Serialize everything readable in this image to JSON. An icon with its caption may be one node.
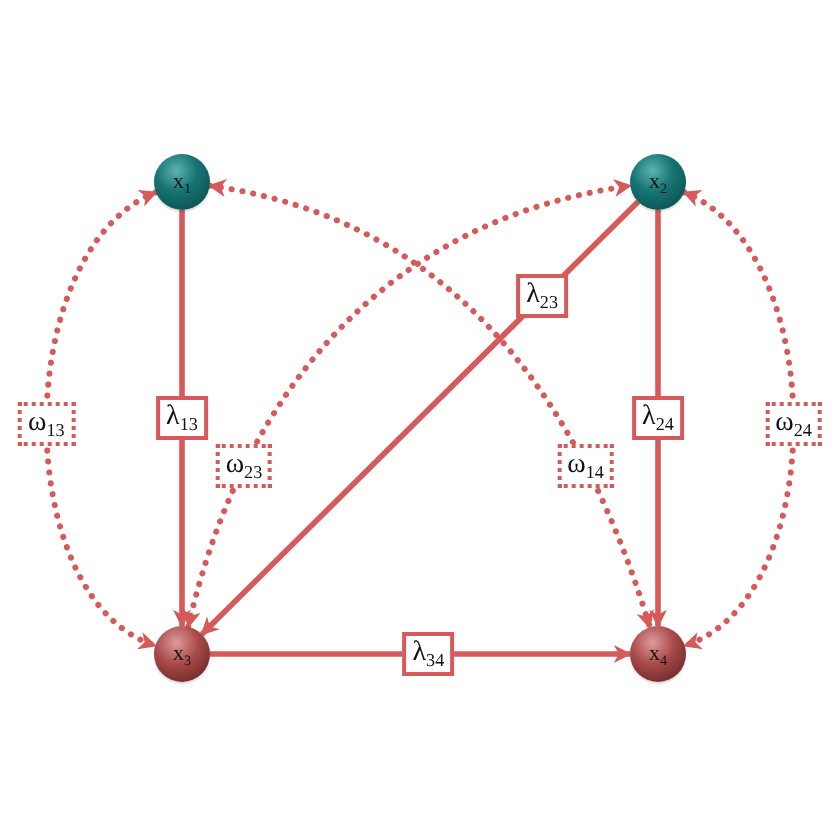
{
  "diagram": {
    "nodes": [
      {
        "text": [
          "x$_{1}$"
        ]
      },
      {
        "text": [
          "x$_{2}$"
        ]
      },
      {
        "text": [
          "x$_{3}$"
        ]
      },
      {
        "text": [
          "x$_{4}$"
        ]
      }
    ],
    "edges": [
      {
        "from": 0,
        "to": 2,
        "arrow": "to",
        "label": "λ$_{13}$"
      },
      {
        "from": 1,
        "to": 3,
        "arrow": "to",
        "label": "λ$_{24}$"
      },
      {
        "from": 1,
        "to": 2,
        "arrow": "to",
        "label": "λ$_{23}$"
      },
      {
        "from": 2,
        "to": 3,
        "arrow": "to",
        "label": "λ$_{34}$"
      },
      {
        "from": 0,
        "to": 2,
        "arrow": "both",
        "label": "ω$_{13}$",
        "style": "dashed"
      },
      {
        "from": 1,
        "to": 3,
        "arrow": "both",
        "label": "ω$_{24}$",
        "style": "dashed"
      },
      {
        "from": 2,
        "to": 1,
        "arrow": "both",
        "label": "ω$_{23}$",
        "style": "dashed"
      },
      {
        "from": 0,
        "to": 3,
        "arrow": "both",
        "label": "ω$_{14}$",
        "style": "dashed"
      }
    ]
  }
}
